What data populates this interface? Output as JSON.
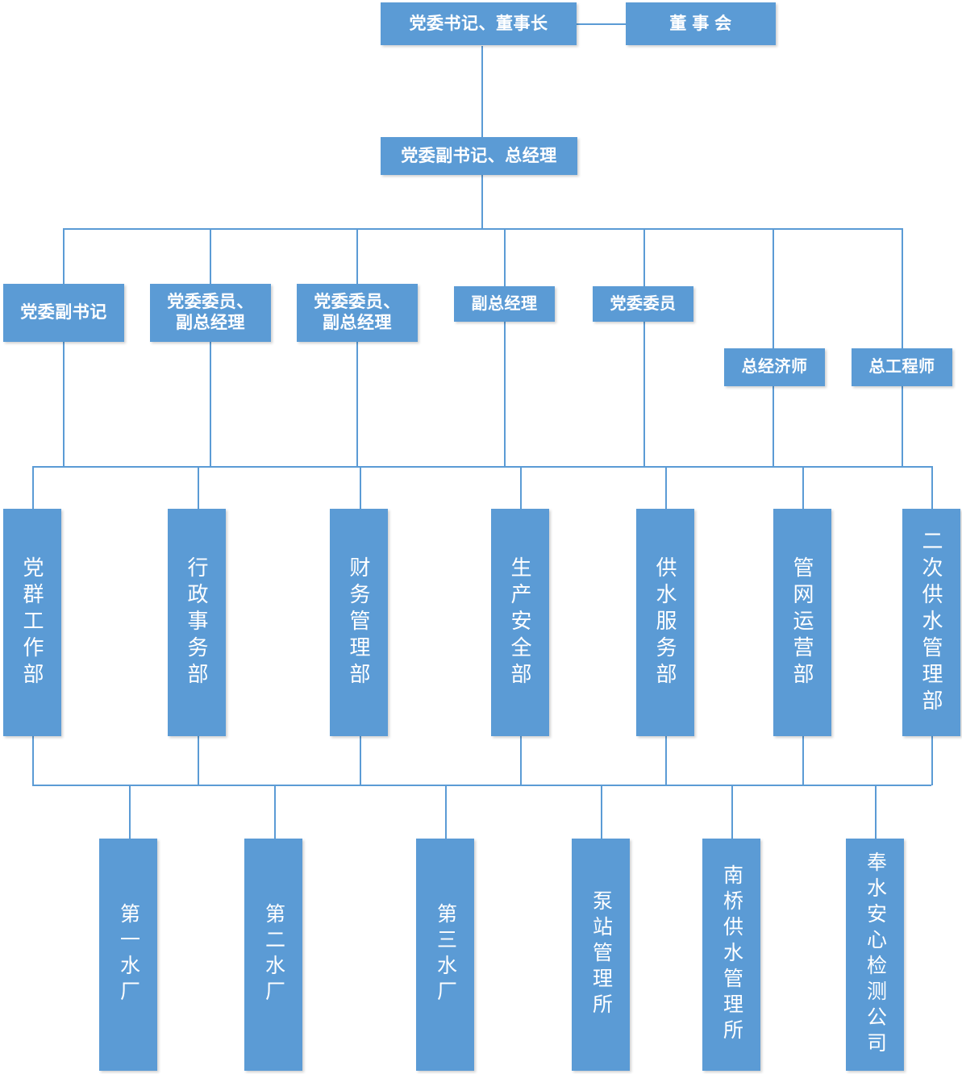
{
  "chart_title": "",
  "colors": {
    "node_fill": "#5B9BD5",
    "node_text": "#FFFFFF",
    "connector": "#5B9BD5",
    "background": "#FFFFFF"
  },
  "org_chart": {
    "type": "organization-chart",
    "levels": [
      {
        "level": 1,
        "nodes": [
          {
            "id": "chairman",
            "label": "党委书记、董事长",
            "orientation": "horizontal"
          },
          {
            "id": "board",
            "label": "董 事 会",
            "orientation": "horizontal"
          }
        ]
      },
      {
        "level": 2,
        "nodes": [
          {
            "id": "general-manager",
            "label": "党委副书记、总经理",
            "orientation": "horizontal"
          }
        ]
      },
      {
        "level": 3,
        "nodes": [
          {
            "id": "deputy-party-secretary",
            "label": "党委副书记",
            "orientation": "horizontal"
          },
          {
            "id": "party-member-dgm-1",
            "label": "党委委员、\n副总经理",
            "orientation": "horizontal"
          },
          {
            "id": "party-member-dgm-2",
            "label": "党委委员、\n副总经理",
            "orientation": "horizontal"
          },
          {
            "id": "deputy-general-manager",
            "label": "副总经理",
            "orientation": "horizontal"
          },
          {
            "id": "party-member",
            "label": "党委委员",
            "orientation": "horizontal"
          },
          {
            "id": "chief-economist",
            "label": "总经济师",
            "orientation": "horizontal"
          },
          {
            "id": "chief-engineer",
            "label": "总工程师",
            "orientation": "horizontal"
          }
        ]
      },
      {
        "level": 4,
        "nodes": [
          {
            "id": "party-mass-work-dept",
            "label": "党群工作部",
            "orientation": "vertical"
          },
          {
            "id": "admin-affairs-dept",
            "label": "行政事务部",
            "orientation": "vertical"
          },
          {
            "id": "finance-management-dept",
            "label": "财务管理部",
            "orientation": "vertical"
          },
          {
            "id": "production-safety-dept",
            "label": "生产安全部",
            "orientation": "vertical"
          },
          {
            "id": "water-supply-service-dept",
            "label": "供水服务部",
            "orientation": "vertical"
          },
          {
            "id": "pipe-network-operation-dept",
            "label": "管网运营部",
            "orientation": "vertical"
          },
          {
            "id": "secondary-water-supply-management-dept",
            "label": "二次供水管理部",
            "orientation": "vertical"
          }
        ]
      },
      {
        "level": 5,
        "nodes": [
          {
            "id": "waterworks-1",
            "label": "第一水厂",
            "orientation": "vertical"
          },
          {
            "id": "waterworks-2",
            "label": "第二水厂",
            "orientation": "vertical"
          },
          {
            "id": "waterworks-3",
            "label": "第三水厂",
            "orientation": "vertical"
          },
          {
            "id": "pump-station-management-office",
            "label": "泵站管理所",
            "orientation": "vertical"
          },
          {
            "id": "nanqiao-water-supply-management-office",
            "label": "南桥供水管理所",
            "orientation": "vertical"
          },
          {
            "id": "fengshui-anxin-testing-company",
            "label": "奉水安心检测公司",
            "orientation": "vertical"
          }
        ]
      }
    ]
  }
}
